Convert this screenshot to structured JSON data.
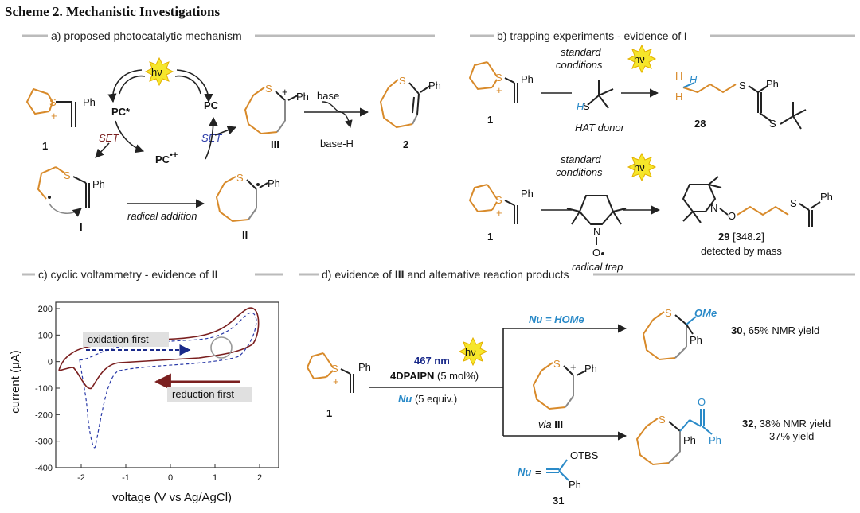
{
  "title": "Scheme 2. Mechanistic Investigations",
  "sections": {
    "a": "a) proposed photocatalytic mechanism",
    "b": "b) trapping experiments - evidence of",
    "b_bold": "I",
    "c": "c) cyclic voltammetry - evidence of",
    "c_bold": "II",
    "d": "d) evidence of",
    "d_bold": "III",
    "d_tail": "and alternative reaction products"
  },
  "panel_a": {
    "hv": "hν",
    "pc_star": "PC*",
    "pc": "PC",
    "pc_radical": "PC",
    "radical_plus": "•+",
    "set1": "SET",
    "set2": "SET",
    "radical_addition": "radical addition",
    "base": "base",
    "base_h": "base-H",
    "label_1": "1",
    "label_I": "I",
    "label_II": "II",
    "label_III": "III",
    "label_2": "2",
    "ph": "Ph",
    "s": "S",
    "plus": "+"
  },
  "panel_b": {
    "std1": "standard",
    "cond1": "conditions",
    "std2": "standard",
    "cond2": "conditions",
    "hat_donor": "HAT donor",
    "radical_trap": "radical trap",
    "label_28": "28",
    "label_29": "29",
    "mass": "[348.2]",
    "detected": "detected by mass",
    "label_1a": "1",
    "label_1b": "1",
    "H": "H",
    "N": "N",
    "O": "O"
  },
  "panel_c": {
    "oxidation": "oxidation first",
    "reduction": "reduction first",
    "xlabel": "voltage (V vs Ag/AgCl)",
    "ylabel": "current (μA)",
    "yticks": [
      "200",
      "100",
      "0",
      "-100",
      "-200",
      "-300",
      "-400"
    ],
    "xticks": [
      "-2",
      "-1",
      "0",
      "1",
      "2"
    ]
  },
  "panel_d": {
    "wavelength": "467 nm",
    "catalyst": "4DPAIPN",
    "cat_loading": "(5 mol%)",
    "nu_equiv": "Nu",
    "nu_equiv_tail": "(5 equiv.)",
    "nu_homе": "Nu = HOMe",
    "via": "via",
    "via_III": "III",
    "label_30": "30",
    "yield_30": ", 65% NMR yield",
    "label_32": "32",
    "yield_32": ", 38% NMR yield",
    "yield_32b": "37% yield",
    "label_31": "31",
    "otbs": "OTBS",
    "ome": "OMe",
    "nu_eq": "Nu",
    "eq": "=",
    "label_1": "1"
  },
  "colors": {
    "orange": "#d88a2a",
    "blue": "#2a8ac8",
    "maroon": "#7a1f1f",
    "navy": "#1a2a8a"
  }
}
